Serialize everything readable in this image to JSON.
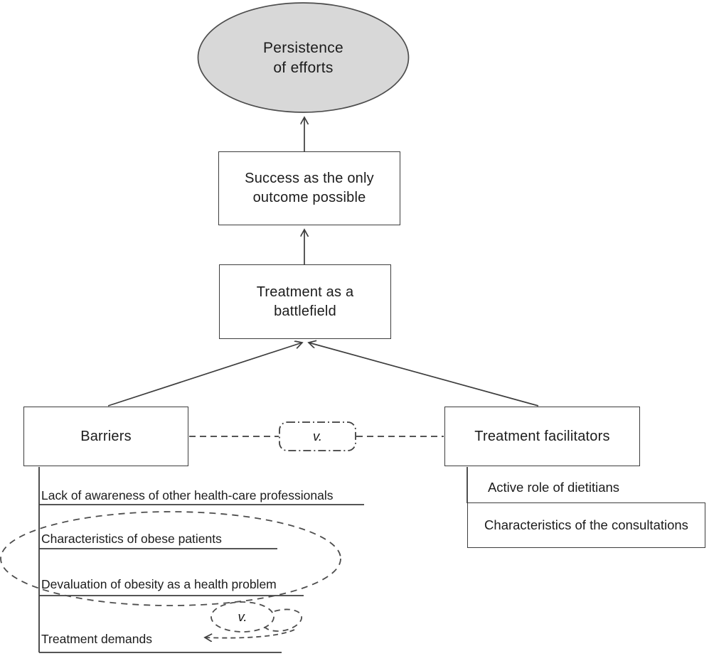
{
  "figure": {
    "persistence_label": "Persistence\nof efforts",
    "success_label": "Success as the only\noutcome possible",
    "battlefield_label": "Treatment as a\nbattlefield",
    "barriers_label": "Barriers",
    "facilitators_label": "Treatment facilitators",
    "versus_label": "v.",
    "versus_small_label": "v.",
    "barrier_items": [
      "Lack of awareness of other health-care professionals",
      "Characteristics of obese patients",
      "Devaluation of obesity as a health problem",
      "Treatment demands"
    ],
    "facilitator_items": [
      "Active role of dietitians",
      "Characteristics of the consultations"
    ],
    "colors": {
      "ellipse_fill": "#d8d8d8",
      "line": "#3d3d3d",
      "text": "#1c1c1c"
    }
  }
}
